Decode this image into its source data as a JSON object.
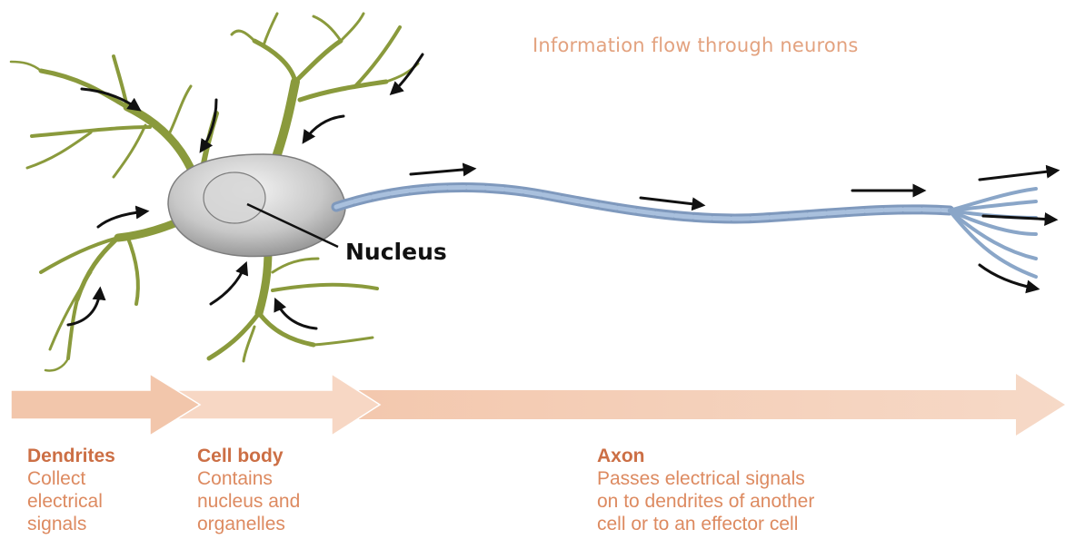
{
  "title": "Information flow through neurons",
  "nucleus_label": "Nucleus",
  "stages": [
    {
      "heading": "Dendrites",
      "lines": [
        "Collect",
        "electrical",
        "signals"
      ]
    },
    {
      "heading": "Cell body",
      "lines": [
        "Contains",
        "nucleus and",
        "organelles"
      ]
    },
    {
      "heading": "Axon",
      "lines": [
        "Passes electrical signals",
        "on to dendrites of another",
        "cell or to an effector cell"
      ]
    }
  ],
  "colors": {
    "dendrite": "#8a9a3c",
    "cell_body": "#c9c9c9",
    "axon": "#8aa6c8",
    "flow_arrow": "#f5d2bd",
    "text_accent": "#dd8a60"
  }
}
